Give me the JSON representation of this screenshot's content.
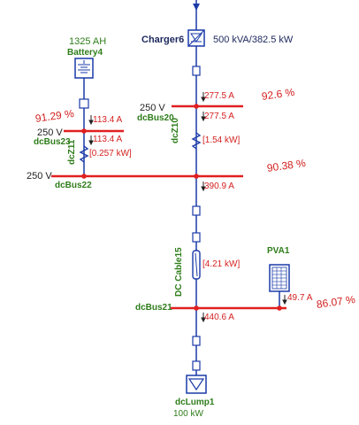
{
  "charger": {
    "name": "Charger6",
    "rating": "500 kVA/382.5 kW"
  },
  "battery": {
    "name": "Battery4",
    "capacity": "1325 AH"
  },
  "buses": {
    "dcBus20": {
      "name": "dcBus20",
      "voltage": "250 V",
      "pct": "92.6 %"
    },
    "dcBus23": {
      "name": "dcBus23",
      "voltage": "250 V",
      "pct": "91.29 %"
    },
    "dcBus22": {
      "name": "dcBus22",
      "voltage": "250 V",
      "pct": "90.38 %"
    },
    "dcBus21": {
      "name": "dcBus21",
      "pct": "86.07 %"
    }
  },
  "impedances": {
    "dcZ10": {
      "name": "dcZ10",
      "loss": "[1.54 kW]"
    },
    "dcZ11": {
      "name": "dcZ11",
      "loss": "[0.257 kW]"
    }
  },
  "cable": {
    "name": "DC Cable15",
    "loss": "[4.21 kW]"
  },
  "pv": {
    "name": "PVA1",
    "current": "49.7 A"
  },
  "load": {
    "name": "dcLump1",
    "rating": "100 kW"
  },
  "currents": {
    "charger_out": "277.5 A",
    "z10_in": "277.5 A",
    "battery_branch": "113.4 A",
    "z11_in": "113.4 A",
    "bus22_down": "390.9 A",
    "bus21_down": "440.6 A"
  },
  "colors": {
    "bus": "#e02020",
    "line": "#1a3aa8",
    "green": "#2e7d1a",
    "red": "#d42020"
  }
}
